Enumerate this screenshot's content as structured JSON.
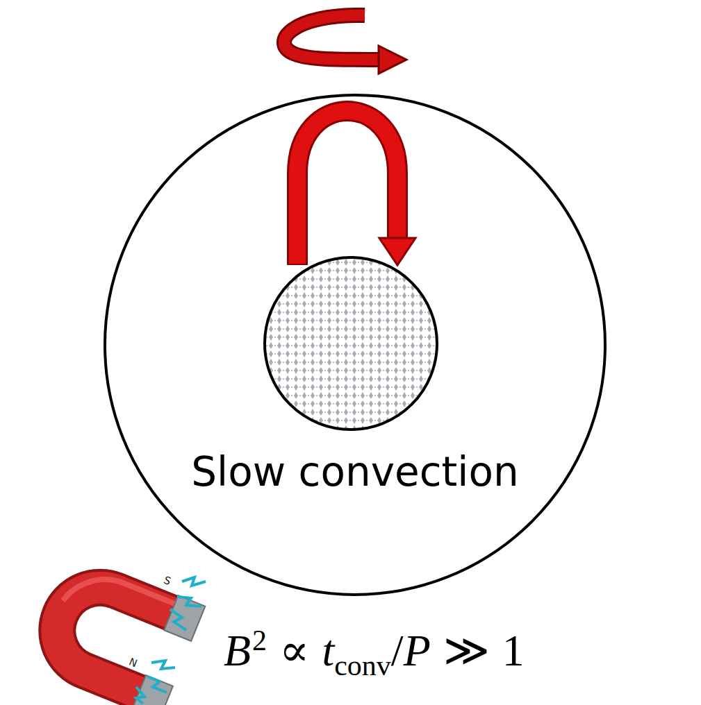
{
  "diagram": {
    "nodes": [
      {
        "text": [
          "Slow convection"
        ]
      }
    ],
    "labels": [
      "S",
      "N",
      "B",
      "2",
      "∝",
      "t",
      "conv",
      "/",
      "P",
      "≫",
      "1"
    ]
  }
}
